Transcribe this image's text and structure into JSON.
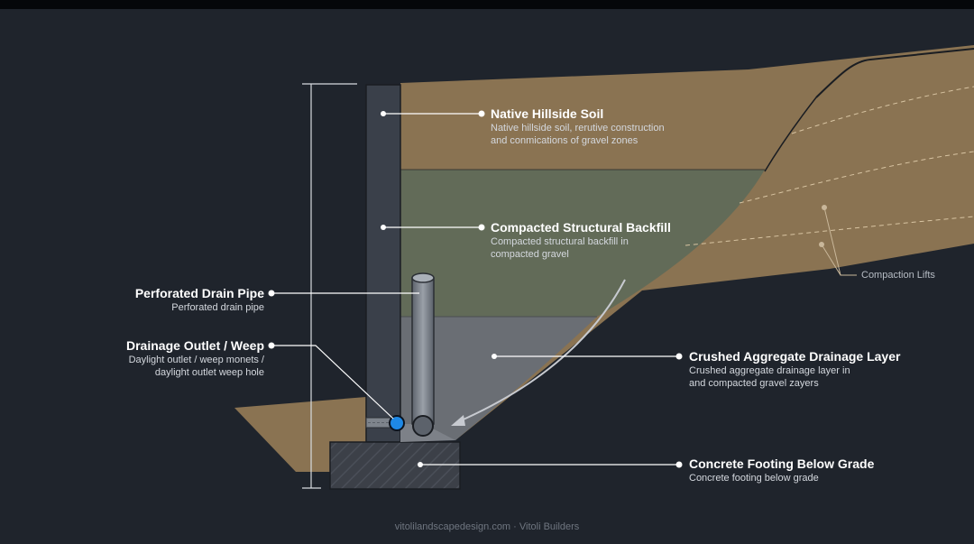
{
  "labels": {
    "native_soil": {
      "title": "Native Hillside Soil",
      "desc_1": "Native hillside soil, rerutive construction",
      "desc_2": "and conmications of gravel zones"
    },
    "backfill": {
      "title": "Compacted Structural Backfill",
      "desc_1": "Compacted structural backfill in",
      "desc_2": "compacted gravel"
    },
    "drain_pipe": {
      "title": "Perforated Drain Pipe",
      "desc_1": "Perforated drain pipe"
    },
    "outlet": {
      "title": "Drainage Outlet / Weep",
      "desc_1": "Daylight outlet / weep monets /",
      "desc_2": "daylight outlet weep hole"
    },
    "aggregate": {
      "title": "Crushed Aggregate Drainage Layer",
      "desc_1": "Crushed aggregate drainage layer in",
      "desc_2": "and compacted gravel zayers"
    },
    "footing": {
      "title": "Concrete Footing Below Grade",
      "desc_1": "Concrete footing below grade"
    },
    "compaction_lifts": "Compaction Lifts"
  },
  "credit": "vitolilandscapedesign.com · Vitoli Builders",
  "colors": {
    "background": "#1f242c",
    "native_soil": "#8a7352",
    "backfill": "#626b58",
    "aggregate": "#6a6e74",
    "wall": "#3a404a",
    "footing": "#3c4048",
    "outlet": "#1e88e5",
    "leader": "#ffffff"
  }
}
